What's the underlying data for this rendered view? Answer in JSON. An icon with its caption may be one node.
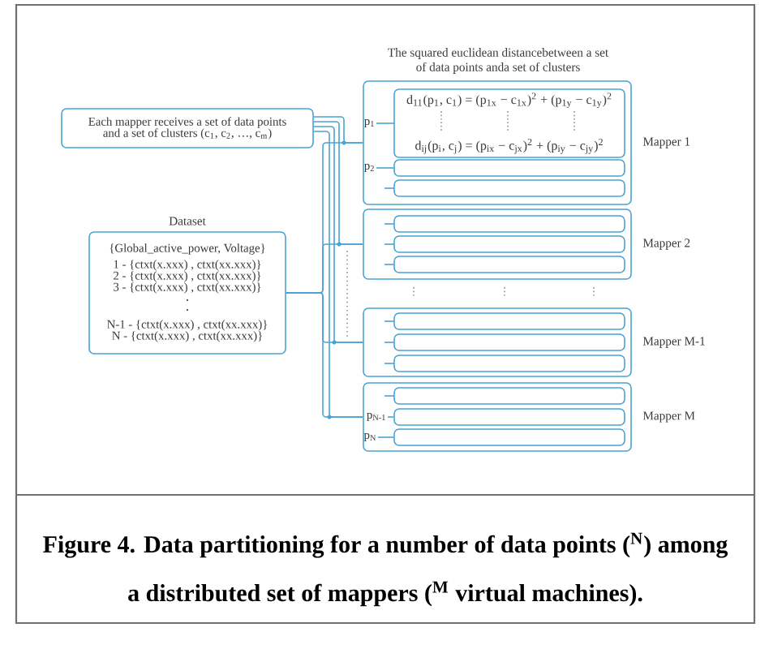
{
  "diagram": {
    "caption": "Figure 4. Data partitioning for a number of data points ($^{N}$) among a distributed set of mappers ($^{M}$ virtual machines).",
    "nodes": [
      {
        "text": [
          "Each mapper receives a set of data points and a set of clusters (c$_{1}$, c$_{2}$, …, c$_{m}$)"
        ]
      },
      {
        "text": [
          "Dataset",
          "{Global_active_power, Voltage}",
          "1 - {ctxt(x.xxx) , ctxt(xx.xxx)}",
          "2 - {ctxt(x.xxx) , ctxt(xx.xxx)}",
          "3 - {ctxt(x.xxx) , ctxt(xx.xxx)}",
          "N-1 - {ctxt(x.xxx) , ctxt(xx.xxx)}",
          "N - {ctxt(x.xxx) , ctxt(xx.xxx)}"
        ]
      },
      {
        "text": [],
        "shape": "box",
        "beside": [
          "Mapper 1"
        ]
      },
      {
        "text": [
          "p$_{1}$"
        ],
        "in": 2
      },
      {
        "text": [
          "d$_{11}$(p$_{1}$, c$_{1}$) = (p$_{1x}$ − c$_{1x}$)$^{2}$ + (p$_{1y}$ − c$_{1y}$)$^{2}$",
          "d$_{ij}$(p$_{i}$, c$_{j}$) = (p$_{ix}$ − c$_{jx}$)$^{2}$ + (p$_{iy}$ − c$_{jy}$)$^{2}$"
        ],
        "in": 2
      },
      {
        "text": [
          "p$_{2}$"
        ],
        "in": 2
      },
      {
        "text": [],
        "shape": "box",
        "in": 2
      },
      {
        "text": [],
        "shape": "box",
        "in": 2
      },
      {
        "text": [],
        "shape": "box",
        "beside": [
          "Mapper 2"
        ]
      },
      {
        "text": [],
        "shape": "box",
        "in": 8
      },
      {
        "text": [],
        "shape": "box",
        "in": 8
      },
      {
        "text": [],
        "shape": "box",
        "in": 8
      },
      {
        "text": [],
        "shape": "box",
        "beside": [
          "Mapper M-1"
        ]
      },
      {
        "text": [],
        "shape": "box",
        "in": 12
      },
      {
        "text": [],
        "shape": "box",
        "in": 12
      },
      {
        "text": [],
        "shape": "box",
        "in": 12
      },
      {
        "text": [],
        "shape": "box",
        "beside": [
          "Mapper M"
        ]
      },
      {
        "text": [],
        "shape": "box",
        "in": 16
      },
      {
        "text": [
          "p$_{N-1}$"
        ],
        "in": 16
      },
      {
        "text": [],
        "shape": "box",
        "in": 16
      },
      {
        "text": [
          "p$_{N}$"
        ],
        "in": 16
      },
      {
        "text": [],
        "shape": "box",
        "in": 16
      }
    ],
    "edges": [
      {
        "from": 0,
        "to": 2,
        "arrow": "none"
      },
      {
        "from": 0,
        "to": 8,
        "arrow": "none"
      },
      {
        "from": 0,
        "to": 12,
        "arrow": "none"
      },
      {
        "from": 0,
        "to": 16,
        "arrow": "none"
      },
      {
        "from": 1,
        "to": 2,
        "arrow": "none"
      },
      {
        "from": 1,
        "to": 8,
        "arrow": "none"
      },
      {
        "from": 1,
        "to": 12,
        "arrow": "none"
      },
      {
        "from": 1,
        "to": 16,
        "arrow": "none"
      },
      {
        "from": 3,
        "to": 4,
        "arrow": "none"
      },
      {
        "from": 5,
        "to": 6,
        "arrow": "none"
      },
      {
        "from": 18,
        "to": 19,
        "arrow": "none"
      },
      {
        "from": 20,
        "to": 21,
        "arrow": "none"
      }
    ],
    "labels": [
      "The squared euclidean distancebetween a set of data points anda set of clusters"
    ]
  }
}
